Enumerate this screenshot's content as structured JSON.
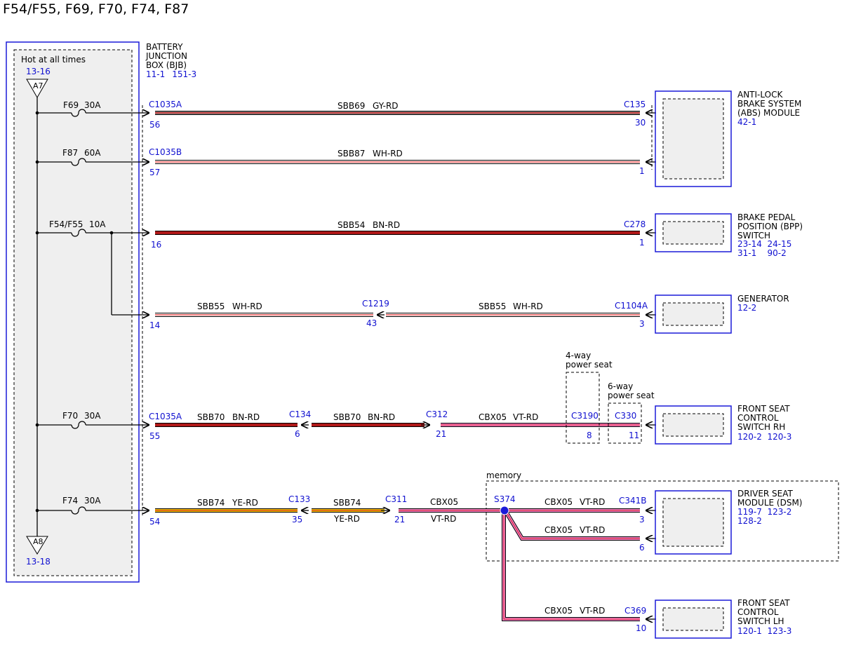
{
  "title": "F54/F55, F69, F70, F74, F87",
  "bjb": {
    "name_lines": [
      "BATTERY",
      "JUNCTION",
      "BOX (BJB)"
    ],
    "refs": [
      "11-1",
      "151-3"
    ],
    "hot_label": "Hot at all times",
    "top_ref": "13-16",
    "top_marker": "A7",
    "bottom_marker": "A8",
    "bottom_ref": "13-18"
  },
  "fuses": [
    {
      "id": "F69",
      "rating": "30A"
    },
    {
      "id": "F87",
      "rating": "60A"
    },
    {
      "id": "F54/F55",
      "rating": "10A"
    },
    {
      "id": "F70",
      "rating": "30A"
    },
    {
      "id": "F74",
      "rating": "30A"
    }
  ],
  "wires": {
    "abs": {
      "start_conn": "C1035A",
      "start_pin": "56",
      "circuit": "SBB69",
      "color": "GY-RD",
      "end_conn": "C135",
      "end_pin": "30"
    },
    "abs2": {
      "start_conn": "C1035B",
      "start_pin": "57",
      "circuit": "SBB87",
      "color": "WH-RD",
      "end_pin": "1"
    },
    "bpp": {
      "start_pin": "16",
      "circuit": "SBB54",
      "color": "BN-RD",
      "end_conn": "C278",
      "end_pin": "1"
    },
    "gen": {
      "start_pin": "14",
      "circuit1": "SBB55",
      "color1": "WH-RD",
      "mid_conn": "C1219",
      "mid_pin": "43",
      "circuit2": "SBB55",
      "color2": "WH-RD",
      "end_conn": "C1104A",
      "end_pin": "3"
    },
    "seat_rh": {
      "start_conn": "C1035A",
      "start_pin": "55",
      "circuit1": "SBB70",
      "color1": "BN-RD",
      "c1_conn": "C134",
      "c1_pin": "6",
      "circuit2": "SBB70",
      "color2": "BN-RD",
      "c2_conn": "C312",
      "c2_pin": "21",
      "circuit3": "CBX05",
      "color3": "VT-RD",
      "c3_conn": "C3190",
      "c3_pin": "8",
      "end_conn": "C330",
      "end_pin": "11",
      "four_way_lines": [
        "4-way",
        "power seat"
      ],
      "six_way_lines": [
        "6-way",
        "power seat"
      ]
    },
    "dsm": {
      "start_pin": "54",
      "circuit1": "SBB74",
      "color1": "YE-RD",
      "c1_conn": "C133",
      "c1_pin": "35",
      "circuit2": "SBB74",
      "color2": "YE-RD",
      "c2_conn": "C311",
      "c2_pin": "21",
      "circuit3": "CBX05",
      "color3": "VT-RD",
      "splice": "S374",
      "memory_label": "memory",
      "br1_circuit": "CBX05",
      "br1_color": "VT-RD",
      "br1_conn": "C341B",
      "br1_pin": "3",
      "br2_circuit": "CBX05",
      "br2_color": "VT-RD",
      "br2_pin": "6",
      "br3_circuit": "CBX05",
      "br3_color": "VT-RD",
      "br3_conn": "C369",
      "br3_pin": "10"
    }
  },
  "components": {
    "abs": {
      "lines": [
        "ANTI-LOCK",
        "BRAKE SYSTEM",
        "(ABS) MODULE"
      ],
      "refs": [
        "42-1"
      ]
    },
    "bpp": {
      "lines": [
        "BRAKE PEDAL",
        "POSITION (BPP)",
        "SWITCH"
      ],
      "refs": [
        "23-14  24-15",
        "31-1    90-2"
      ]
    },
    "gen": {
      "lines": [
        "GENERATOR"
      ],
      "refs": [
        "12-2"
      ]
    },
    "seat_rh": {
      "lines": [
        "FRONT SEAT",
        "CONTROL",
        "SWITCH RH"
      ],
      "refs": [
        "120-2  120-3"
      ]
    },
    "dsm": {
      "lines": [
        "DRIVER SEAT",
        "MODULE (DSM)"
      ],
      "refs": [
        "119-7  123-2",
        "128-2"
      ]
    },
    "seat_lh": {
      "lines": [
        "FRONT SEAT",
        "CONTROL",
        "SWITCH LH"
      ],
      "refs": [
        "120-1  123-3"
      ]
    }
  },
  "colors": {
    "gy_rd": "#8c8c8c",
    "red": "#d42020",
    "bn_rd": "#a01818",
    "wh_rd": "#ffffff",
    "ye": "#f0c000",
    "vt": "#f080c8",
    "blue_text": "#1010d0",
    "box_blue": "#1a1ad8"
  }
}
